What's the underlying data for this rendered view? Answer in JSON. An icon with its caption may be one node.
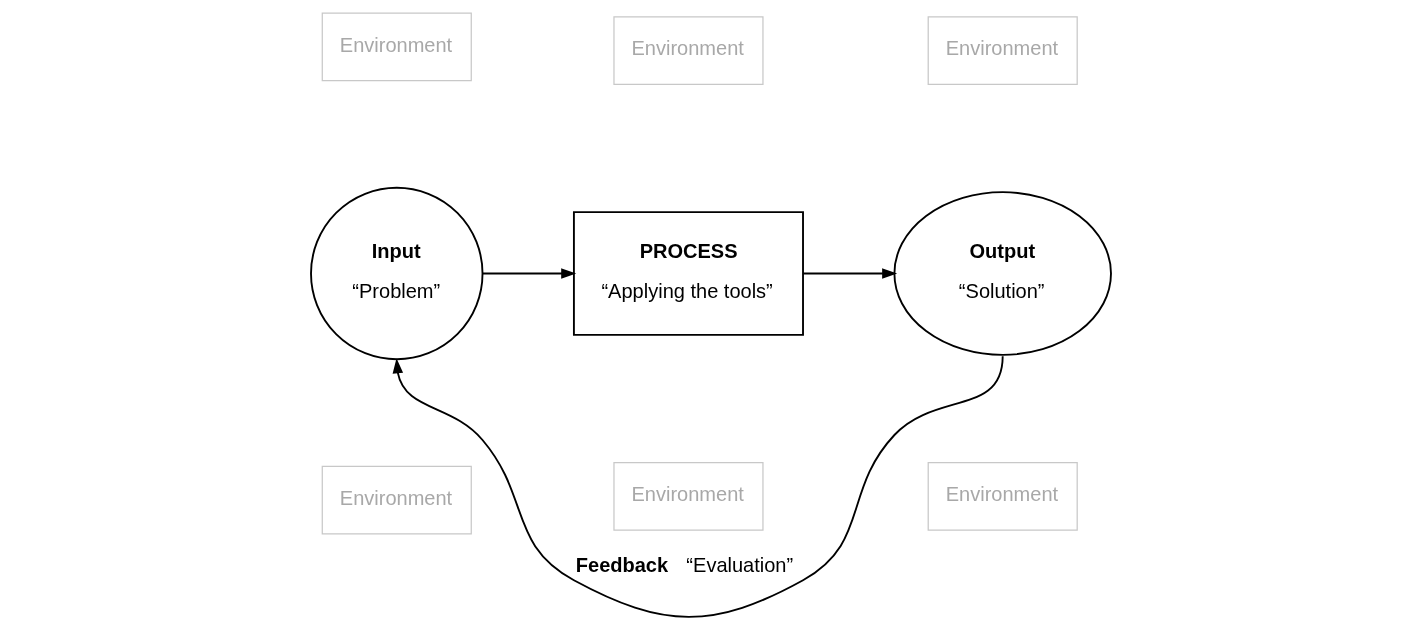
{
  "diagram": {
    "nodes": [
      {
        "text": [
          "Environment"
        ]
      },
      {
        "text": [
          "Environment"
        ]
      },
      {
        "text": [
          "Environment"
        ]
      },
      {
        "text": [
          "Input",
          "“Problem”"
        ]
      },
      {
        "text": [
          "PROCESS",
          "“Applying the tools”"
        ]
      },
      {
        "text": [
          "Output",
          "“Solution”"
        ]
      },
      {
        "text": [
          "Environment"
        ]
      },
      {
        "text": [
          "Environment"
        ]
      },
      {
        "text": [
          "Environment"
        ]
      }
    ],
    "edges": [
      {
        "from": 3,
        "to": 4,
        "arrow": "to"
      },
      {
        "from": 4,
        "to": 5,
        "arrow": "to"
      },
      {
        "from": 5,
        "to": 3,
        "arrow": "to",
        "label": "**Feedback**    “Evaluation”"
      }
    ]
  }
}
